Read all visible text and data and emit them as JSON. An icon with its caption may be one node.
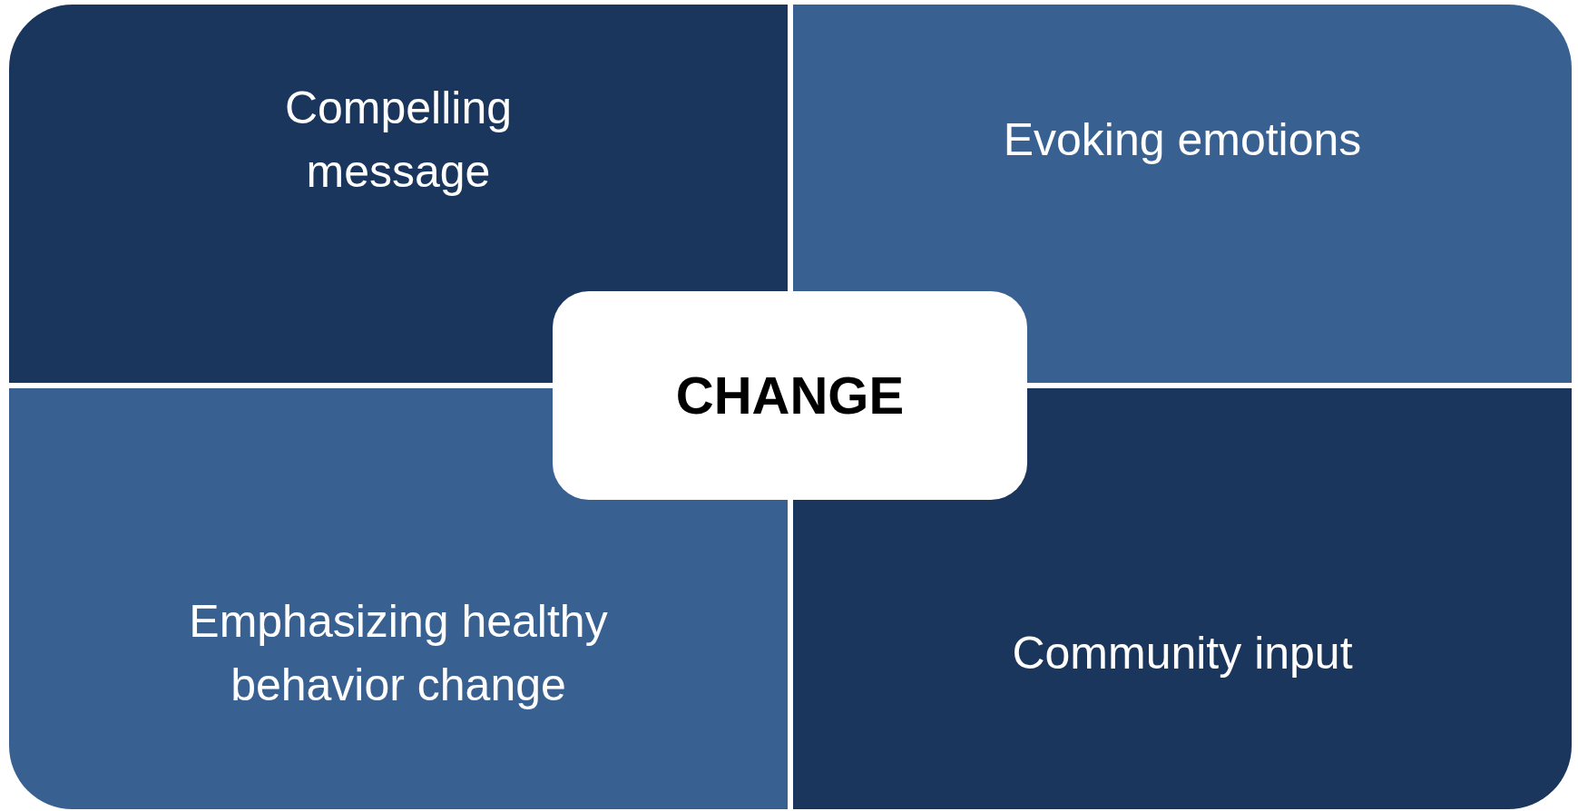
{
  "diagram": {
    "nodes": [
      {
        "text": [
          "Compelling message"
        ]
      },
      {
        "text": [
          "Evoking emotions"
        ]
      },
      {
        "text": [
          "CHANGE"
        ]
      },
      {
        "text": [
          "Emphasizing healthy behavior change"
        ]
      },
      {
        "text": [
          "Community input"
        ]
      }
    ]
  }
}
